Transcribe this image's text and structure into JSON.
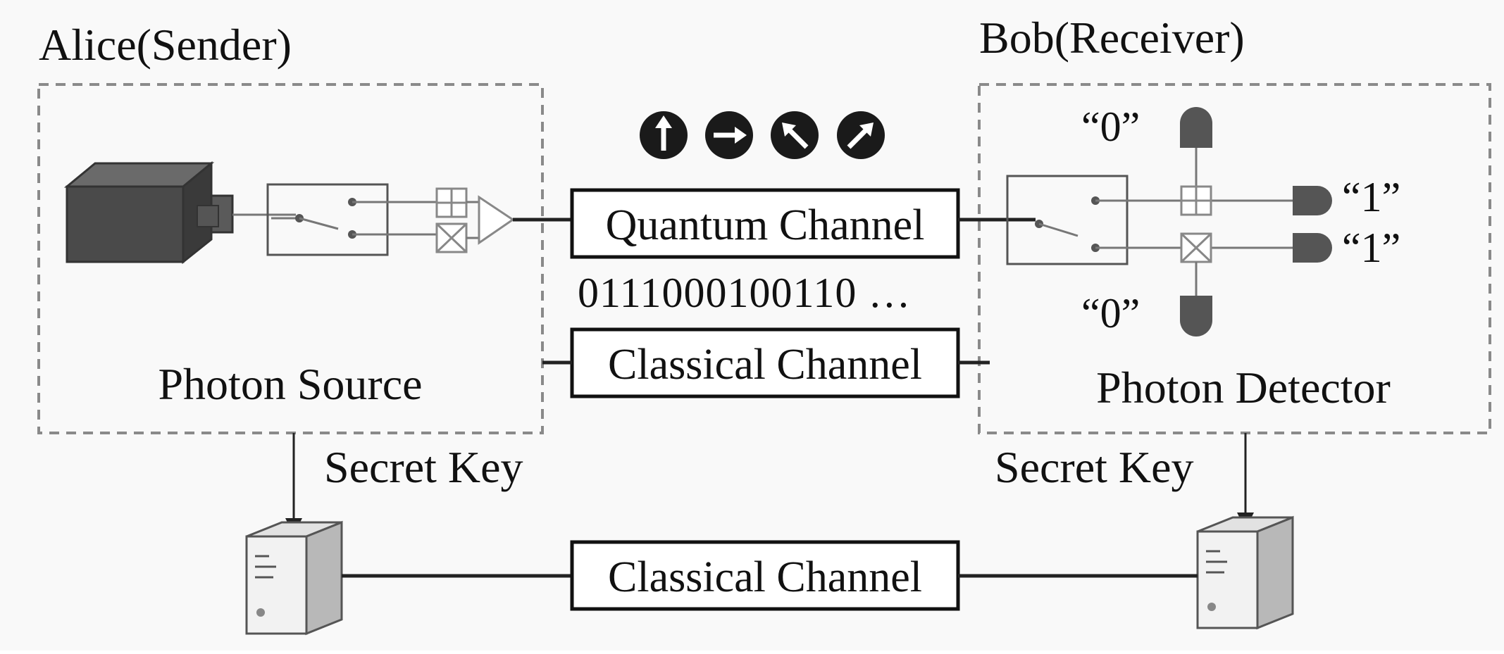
{
  "alice": {
    "title": "Alice(Sender)",
    "source_label": "Photon Source",
    "key_label": "Secret Key"
  },
  "bob": {
    "title": "Bob(Receiver)",
    "detector_label": "Photon Detector",
    "key_label": "Secret Key"
  },
  "channels": {
    "quantum": "Quantum Channel",
    "classical_top": "Classical Channel",
    "classical_bottom": "Classical Channel"
  },
  "bit_string": "0111000100110 …",
  "detector_outputs": {
    "top": "“0”",
    "right_upper": "“1”",
    "right_lower": "“1”",
    "bottom": "“0”"
  },
  "polarization_icons": [
    "arrow-up-icon",
    "arrow-right-icon",
    "arrow-diagonal-ul-icon",
    "arrow-diagonal-ur-icon"
  ],
  "colors": {
    "device_dark": "#4a4a4a",
    "dashed_border": "#8a8a8a",
    "channel_border": "#111111"
  }
}
